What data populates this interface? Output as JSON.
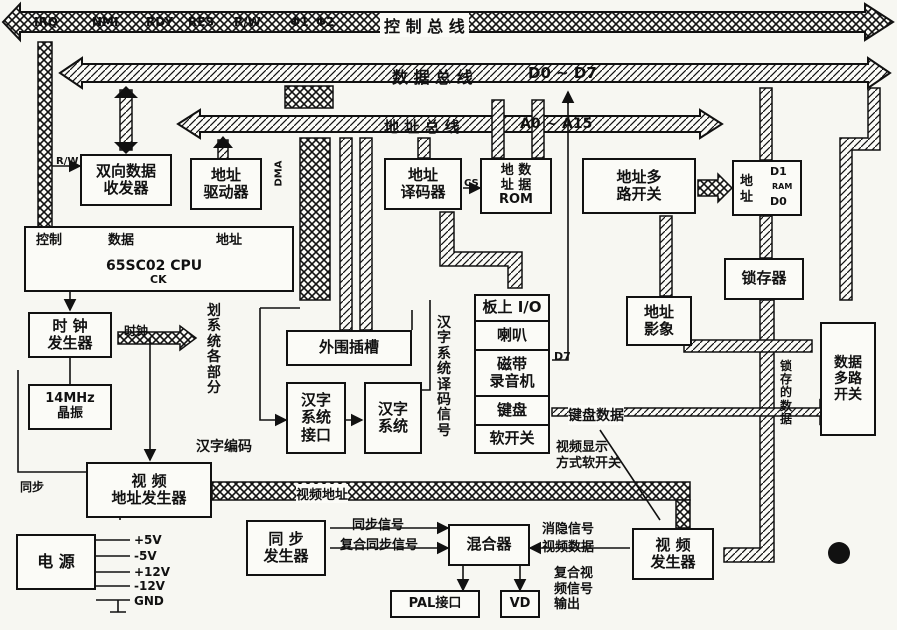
{
  "buses": {
    "control": {
      "signals": [
        "IRQ",
        "NMI",
        "RDY",
        "RES",
        "R/W",
        "Φ1",
        "Φ2"
      ],
      "label": "控 制 总 线"
    },
    "data": {
      "label": "数 据 总 线",
      "range": "D0 ~ D7"
    },
    "address": {
      "label": "地 址 总 线",
      "range": "A0 ~ A15"
    }
  },
  "blocks": {
    "transceiver": "双向数据\n收发器",
    "addr_driver": "地址\n驱动器",
    "addr_decoder": "地址\n译码器",
    "rom": "地 数\n址 据\nROM",
    "addr_mux": "地址多\n路开关",
    "ram_main": "地\n址",
    "ram_d1": "D1",
    "ram_label": "RAM",
    "ram_d0": "D0",
    "cpu_top": [
      "控制",
      "数据",
      "地址"
    ],
    "cpu_name": "65SC02 CPU",
    "cpu_ck": "CK",
    "clock": "时 钟\n发生器",
    "crystal": "14MHz\n晶振",
    "latch": "锁存器",
    "addr_shadow": "地址\n影象",
    "data_mux": "数据\n多路\n开关",
    "io_rows": [
      "板上 I/O",
      "喇叭",
      "磁带\n录音机",
      "键盘",
      "软开关"
    ],
    "periph_slot": "外围插槽",
    "cc_interface": "汉字\n系统\n接口",
    "cc_system": "汉字\n系统",
    "video_addr_gen": "视 频\n地址发生器",
    "sync_gen": "同 步\n发生器",
    "mixer": "混合器",
    "video_gen": "视 频\n发生器",
    "pal": "PAL接口",
    "vd": "VD",
    "power": "电 源"
  },
  "power_lines": [
    "+5V",
    "-5V",
    "+12V",
    "-12V",
    "GND"
  ],
  "labels": {
    "rw": "R/W",
    "dma": "DMA",
    "cs": "CS",
    "d7": "D7",
    "clock_out": "时钟",
    "partition": "划\n系\n统\n各\n部\n分",
    "cc_decode_sig": "汉\n字\n系\n统\n译\n码\n信\n号",
    "cc_code": "汉字编码",
    "kbd_data": "键盘数据",
    "video_mode": "视频显示\n方式软开关",
    "video_addr": "视频地址",
    "sync_sig": "同步信号",
    "comp_sync": "复合同步信号",
    "blank_sig": "消隐信号",
    "video_data": "视频数据",
    "composite_video": "复合视\n频信号\n输出",
    "latch_data": "锁存的数据",
    "sync_left": "同步"
  }
}
